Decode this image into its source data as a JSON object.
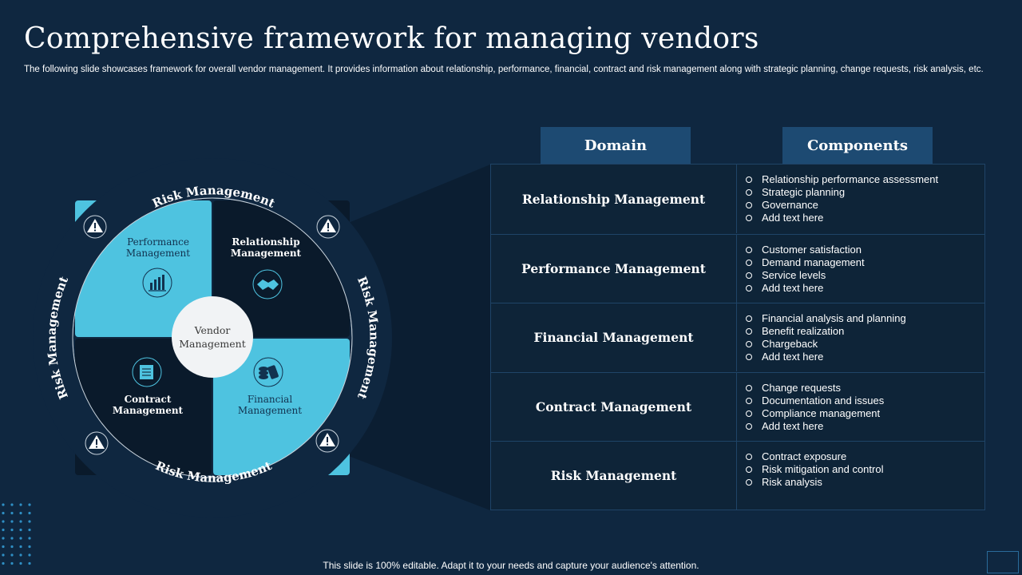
{
  "slide": {
    "title": "Comprehensive framework for managing vendors",
    "subtitle": "The following slide showcases framework for overall vendor management. It provides information about relationship, performance, financial, contract and risk management along with strategic planning, change requests, risk analysis, etc.",
    "footer": "This slide is 100% editable. Adapt it to your needs and capture your audience's attention."
  },
  "wheel": {
    "center": [
      "Vendor",
      "Management"
    ],
    "ring_labels": {
      "top": "Risk Management",
      "bottom": "Risk Management",
      "left": "Risk Management",
      "right": "Risk Management"
    },
    "quadrants": {
      "performance": [
        "Performance",
        "Management"
      ],
      "relationship": [
        "Relationship",
        "Management"
      ],
      "contract": [
        "Contract",
        "Management"
      ],
      "financial": [
        "Financial",
        "Management"
      ]
    },
    "icons": {
      "performance": "bar-chart-icon",
      "relationship": "handshake-icon",
      "contract": "document-icon",
      "financial": "money-icon",
      "ring": "warning-icon"
    }
  },
  "table": {
    "headers": {
      "domain": "Domain",
      "components": "Components"
    },
    "rows": [
      {
        "domain": "Relationship Management",
        "components": [
          "Relationship performance assessment",
          "Strategic planning",
          "Governance",
          "Add text here"
        ]
      },
      {
        "domain": "Performance Management",
        "components": [
          "Customer satisfaction",
          "Demand management",
          "Service levels",
          "Add text here"
        ]
      },
      {
        "domain": "Financial Management",
        "components": [
          "Financial analysis and planning",
          "Benefit realization",
          "Chargeback",
          "Add text here"
        ]
      },
      {
        "domain": "Contract Management",
        "components": [
          "Change requests",
          "Documentation and issues",
          "Compliance management",
          "Add text here"
        ]
      },
      {
        "domain": "Risk Management",
        "components": [
          "Contract exposure",
          "Risk mitigation and control",
          "Risk analysis"
        ]
      }
    ]
  },
  "colors": {
    "background": "#0f2740",
    "accent": "#4ec3e0",
    "dark_quadrant": "#0a1a2b",
    "header": "#1d4a72"
  }
}
